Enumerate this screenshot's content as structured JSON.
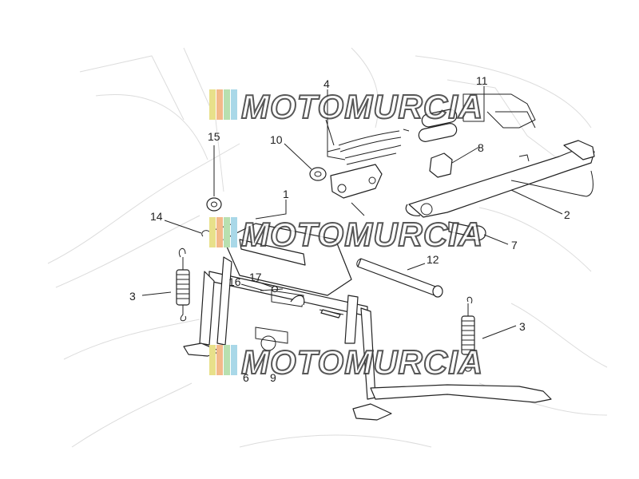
{
  "watermark": {
    "text": "MOTOMURCIA",
    "stripe_colors": [
      "#e8e08a",
      "#f3b98a",
      "#b8e0b0",
      "#a9d8e8"
    ]
  },
  "callouts": [
    {
      "id": "1",
      "label": "1"
    },
    {
      "id": "2",
      "label": "2"
    },
    {
      "id": "3a",
      "label": "3"
    },
    {
      "id": "3b",
      "label": "3"
    },
    {
      "id": "4",
      "label": "4"
    },
    {
      "id": "6",
      "label": "6"
    },
    {
      "id": "7",
      "label": "7"
    },
    {
      "id": "8",
      "label": "8"
    },
    {
      "id": "9",
      "label": "9"
    },
    {
      "id": "10",
      "label": "10"
    },
    {
      "id": "11",
      "label": "11"
    },
    {
      "id": "12",
      "label": "12"
    },
    {
      "id": "14",
      "label": "14"
    },
    {
      "id": "15",
      "label": "15"
    },
    {
      "id": "16",
      "label": "16"
    },
    {
      "id": "17",
      "label": "17"
    }
  ]
}
